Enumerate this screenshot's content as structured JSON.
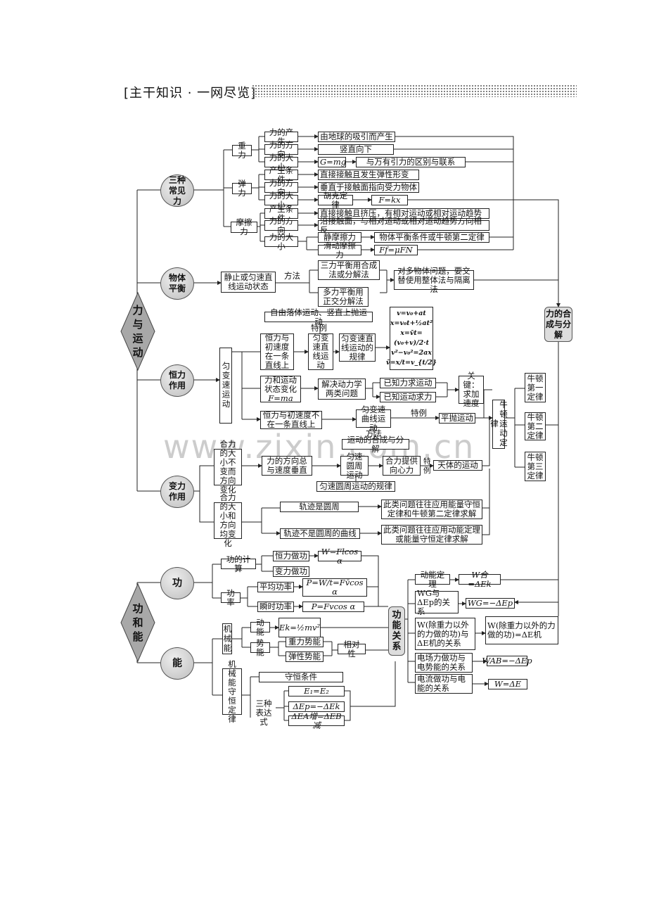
{
  "header": {
    "title": "[主干知识 · 一网尽览]"
  },
  "watermark": "www.zixin.com.cn",
  "main": {
    "force_motion": "力与运动",
    "work_energy": "功和能"
  },
  "circles": {
    "three": "三种常见力",
    "balance": "物体平衡",
    "constant": "恒力作用",
    "variable": "变力作用",
    "work": "功",
    "energy": "能"
  },
  "gravity": {
    "label": "重力",
    "origin": "力的产生",
    "origin_v": "由地球的吸引而产生",
    "dir": "力的方向",
    "dir_v": "竖直向下",
    "mag": "力的大小",
    "mag_v": "G=mg",
    "relation": "与万有引力的区别与联系"
  },
  "elastic": {
    "label": "弹力",
    "cond": "产生条件",
    "cond_v": "直接接触且发生弹性形变",
    "dir": "力的方向",
    "dir_v": "垂直于接触面指向受力物体",
    "mag": "力的大小",
    "mag_v": "胡克定律",
    "formula": "F=kx"
  },
  "friction": {
    "label": "摩擦力",
    "cond": "产生条件",
    "cond_v": "直接接触且挤压，有相对运动或相对运动趋势",
    "dir": "力的方向",
    "dir_v": "沿接触面，与相对运动或相对运动趋势方向相反",
    "mag": "力的大小",
    "static": "静摩擦力",
    "static_v": "物体平衡条件或牛顿第二定律",
    "sliding": "滑动摩擦力",
    "sliding_v": "Ff=μFN"
  },
  "balance": {
    "state": "静止或匀速直线运动状态",
    "method": "方法",
    "three": "三力平衡用合成法或分解法",
    "multi": "多力平衡用正交分解法",
    "multi_obj": "对多物体问题，要交替使用整体法与隔离法"
  },
  "composition": "力的合成与分解",
  "uniform": {
    "label": "匀变速运动",
    "examples": "自由落体运动、竖直上抛运动",
    "special": "特例",
    "cond1": "恒力与初速度在一条直线上",
    "linear": "匀变速直线运动",
    "law": "匀变速直线运动的规律",
    "eqs": [
      "v=v₀+at",
      "x=v₀t+½at²",
      "x=v̄t=(v₀+v)/2·t",
      "v²−v₀²=2ax",
      "v̄=x/t=v_{t/2}"
    ],
    "state": "力和运动状态变化",
    "fma": "F=ma",
    "dyn": "解决动力学两类问题",
    "known_f": "已知力求运动",
    "known_m": "已知运动求力",
    "key": "关键：求加速度",
    "cond2": "恒力与初速度不在一条直线上",
    "curve": "匀变速曲线运动",
    "special2": "特例",
    "projectile": "平抛运动",
    "method": "方法",
    "decompose": "运动的合成与分解"
  },
  "newton": {
    "laws": "牛顿运动定律",
    "first": "牛顿第一定律",
    "second": "牛顿第二定律",
    "third": "牛顿第三定律"
  },
  "variable": {
    "const_mag": "合力的大小不变而方向变化",
    "perp": "力的方向总与速度垂直",
    "circle": "匀速圆周运动",
    "centripetal": "合力提供向心力",
    "special": "特例",
    "celestial": "天体的运动",
    "law": "匀速圆周运动的规律",
    "vary": "合力的大小和方向均变化",
    "circ_path": "轨迹是圆周",
    "circ_sol": "此类问题往往应用能量守恒定律和牛顿第二定律求解",
    "curve_path": "轨迹不是圆周的曲线",
    "curve_sol": "此类问题往往应用动能定理或能量守恒定律求解"
  },
  "work": {
    "calc": "功的计算",
    "const": "恒力做功",
    "const_f": "W=Flcos α",
    "var": "变力做功",
    "power": "功率",
    "avg": "平均功率",
    "avg_f": "P=W/t=Fv̄cos α",
    "inst": "瞬时功率",
    "inst_f": "P=Fvcos α"
  },
  "energy": {
    "mech": "机械能",
    "kin": "动能",
    "kin_f": "Ek=½mv²",
    "pot": "势能",
    "grav": "重力势能",
    "elas": "弹性势能",
    "rel": "相对性",
    "cons": "机械能守恒定律",
    "cond": "守恒条件",
    "three": "三种表达式",
    "e1": "E₁=E₂",
    "e2": "ΔEp=−ΔEk",
    "e3": "ΔEA增=ΔEB减"
  },
  "fr": {
    "label": "功能关系",
    "ke": "动能定理",
    "ke_f": "W合=ΔEk",
    "wg": "WG与ΔEp的关系",
    "wg_f": "WG=−ΔEp",
    "other": "W(除重力以外的力做的功)与ΔE机的关系",
    "other_f": "W(除重力以外的力做的功)=ΔE机",
    "elec": "电场力做功与电势能的关系",
    "elec_f": "WAB=−ΔEp",
    "cur": "电流做功与电能的关系",
    "cur_f": "W=ΔE"
  }
}
